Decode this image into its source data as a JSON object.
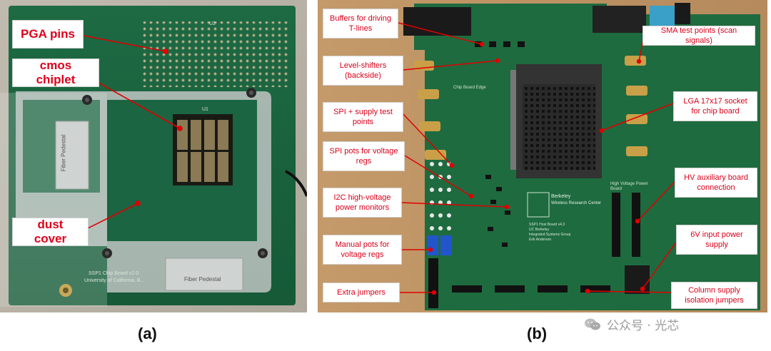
{
  "panel_a": {
    "labels": {
      "pga_pins": "PGA pins",
      "cmos_chiplet": "cmos chiplet",
      "dust_cover": "dust cover"
    },
    "board_text": {
      "silk_u2": "U2",
      "silk_u1": "U1",
      "fiber_pedestal_left": "Fiber Pedestal",
      "fiber_pedestal_bottom": "Fiber Pedestal",
      "board_name": "SSP1 Chip Board v2.0",
      "board_univ": "University of California, B..."
    },
    "caption": "(a)"
  },
  "panel_b": {
    "labels": {
      "buffers": "Buffers for driving T-lines",
      "level_shifters": "Level-shifters (backside)",
      "spi_supply": "SPI + supply test points",
      "spi_pots": "SPI pots for voltage regs",
      "i2c": "I2C high-voltage power monitors",
      "manual_pots": "Manual pots for voltage regs",
      "extra_jumpers": "Extra jumpers",
      "sma": "SMA test points (scan signals)",
      "lga": "LGA 17x17 socket for chip board",
      "hv_aux": "HV auxiliary board connection",
      "input_power": "6V input power supply",
      "column_supply": "Column supply isolation jumpers"
    },
    "board_text": {
      "berkeley": "Berkeley",
      "wireless": "Wireless Research Center",
      "host_board_1": "SSP1 Host Board v4.3",
      "host_board_2": "UC Berkeley",
      "host_board_3": "Integrated Systems Group",
      "host_board_4": "Erik Anderson",
      "chip_board_edge": "Chip Board Edge",
      "hv_power_board": "High Voltage Power Board"
    },
    "caption": "(b)"
  },
  "watermark": "公众号 · 光芯",
  "colors": {
    "label_red": "#e0001b",
    "pcb_green": "#1e6b3f",
    "line_red": "#e00000"
  }
}
